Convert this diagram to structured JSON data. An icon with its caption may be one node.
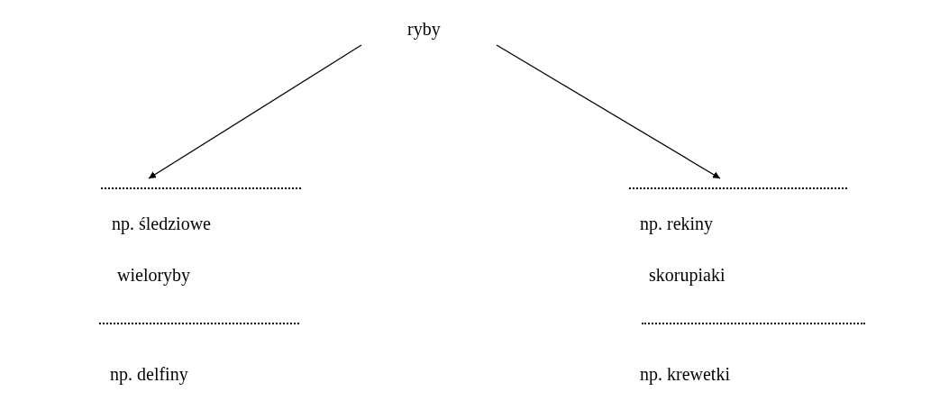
{
  "diagram": {
    "nodes": [
      {
        "text": [
          "ryby"
        ]
      },
      {
        "text": [
          "np. śledziowe"
        ]
      },
      {
        "text": [
          "np. rekiny"
        ]
      }
    ],
    "edges": [
      {
        "from": 0,
        "to": 1,
        "arrow": "to"
      },
      {
        "from": 0,
        "to": 2,
        "arrow": "to"
      }
    ],
    "labels": [
      "wieloryby",
      "skorupiaki",
      "np. delfiny",
      "np. krewetki"
    ]
  }
}
